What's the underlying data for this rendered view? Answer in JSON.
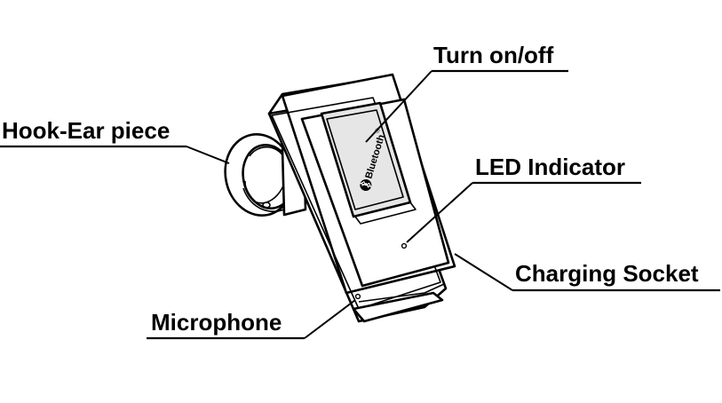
{
  "labels": {
    "turn_on_off": "Turn on/off",
    "hook_ear_piece": "Hook-Ear piece",
    "led_indicator": "LED Indicator",
    "charging_socket": "Charging Socket",
    "microphone": "Microphone"
  },
  "device": {
    "brand_text": "Bluetooth",
    "brand_mark": "®"
  },
  "colors": {
    "ink": "#000000",
    "background": "#ffffff",
    "button_shade": "#e6e6e6"
  }
}
